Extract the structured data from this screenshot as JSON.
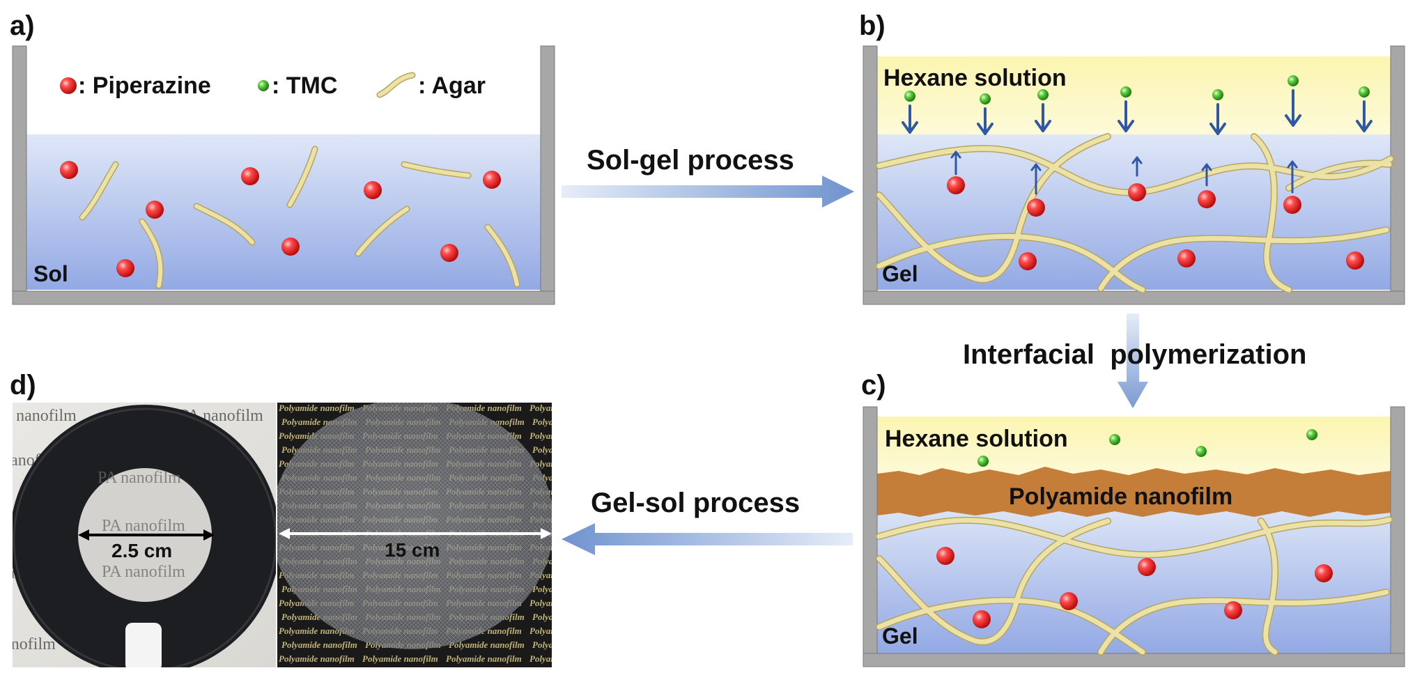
{
  "panels": {
    "a": {
      "label": "a)",
      "state": "Sol",
      "legend": {
        "piperazine": ": Piperazine",
        "tmc": ": TMC",
        "agar": ": Agar"
      }
    },
    "b": {
      "label": "b)",
      "state": "Gel",
      "organic": "Hexane solution"
    },
    "c": {
      "label": "c)",
      "state": "Gel",
      "organic": "Hexane solution",
      "film": "Polyamide nanofilm"
    },
    "d": {
      "label": "d)",
      "photo_left_text": "PA nanofilm",
      "photo_right_text": "Polyamide nanofilm",
      "small_size": "2.5 cm",
      "large_size": "15 cm"
    }
  },
  "steps": {
    "sol_gel": "Sol-gel process",
    "interfacial": "Interfacial  polymerization",
    "gel_sol": "Gel-sol process"
  },
  "colors": {
    "water_top": "#dfe7f7",
    "water_bottom": "#93a9e4",
    "hexane": "#fbf5b6",
    "polyamide": "#c47e3a",
    "agar": "#e7dc9e",
    "tank": "#a9a9a9",
    "arrow": "#7ea0d6"
  }
}
